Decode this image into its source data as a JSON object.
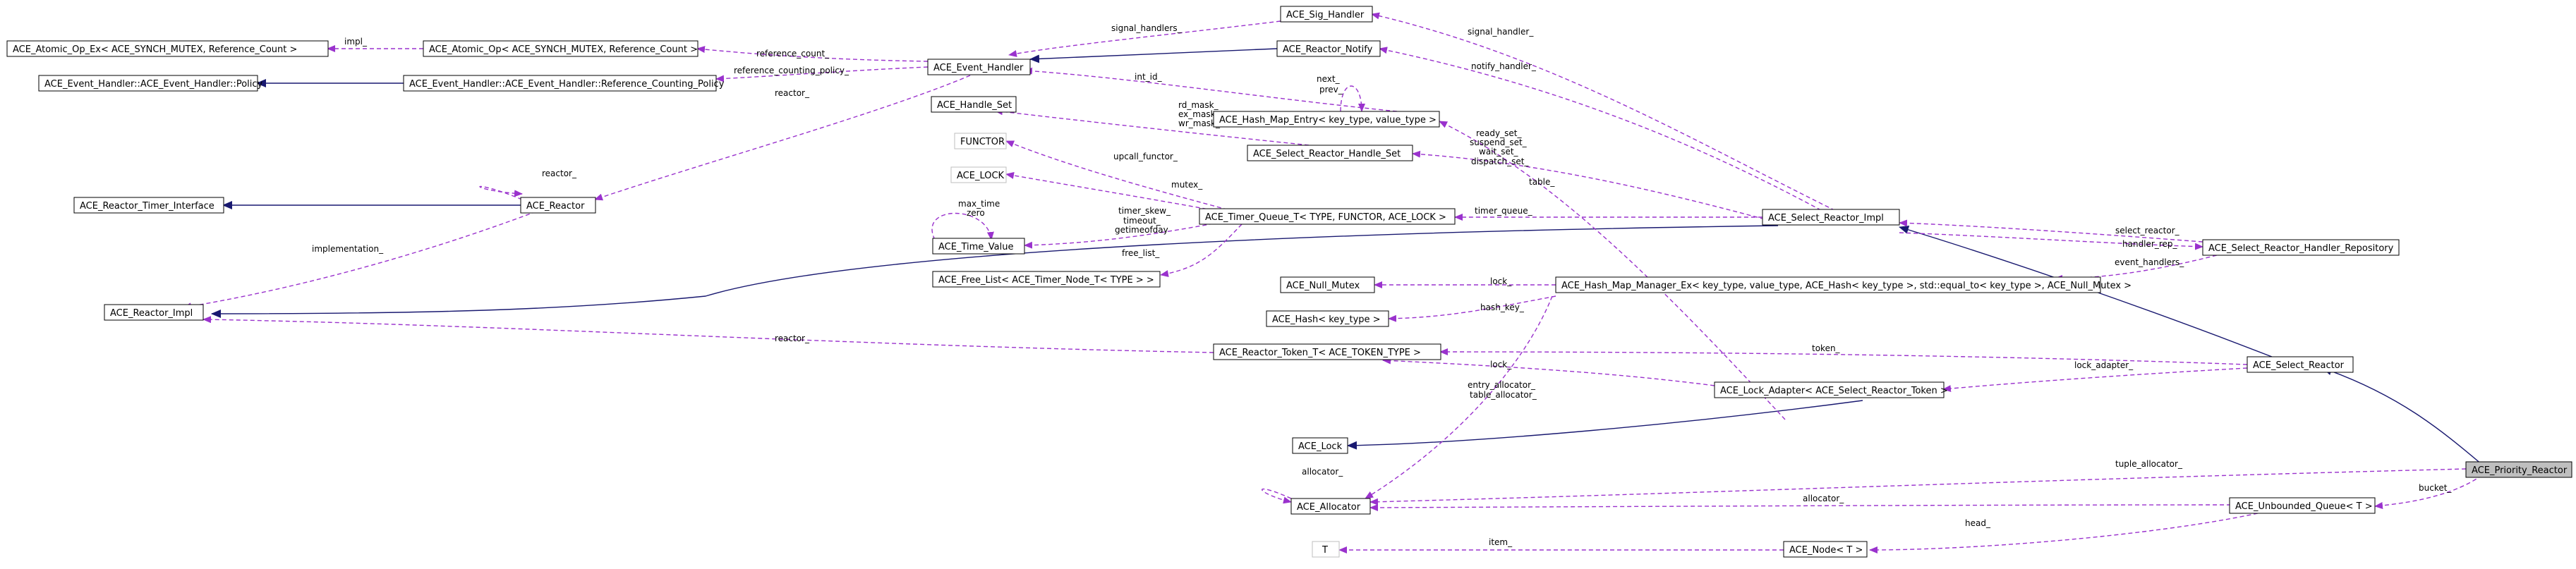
{
  "diagram": {
    "nodes": [
      {
        "id": "atomic_ex",
        "label": "ACE_Atomic_Op_Ex< ACE_SYNCH_MUTEX, Reference_Count >"
      },
      {
        "id": "atomic",
        "label": "ACE_Atomic_Op< ACE_SYNCH_MUTEX, Reference_Count >"
      },
      {
        "id": "eh_policy",
        "label": "ACE_Event_Handler::ACE_Event_Handler::Policy"
      },
      {
        "id": "eh_rcp",
        "label": "ACE_Event_Handler::ACE_Event_Handler::Reference_Counting_Policy"
      },
      {
        "id": "timer_if",
        "label": "ACE_Reactor_Timer_Interface"
      },
      {
        "id": "reactor_impl",
        "label": "ACE_Reactor_Impl"
      },
      {
        "id": "event_handler",
        "label": "ACE_Event_Handler"
      },
      {
        "id": "reactor",
        "label": "ACE_Reactor"
      },
      {
        "id": "handle_set",
        "label": "ACE_Handle_Set"
      },
      {
        "id": "functor",
        "label": "FUNCTOR",
        "gray": true
      },
      {
        "id": "ace_lock_t",
        "label": "ACE_LOCK",
        "gray": true
      },
      {
        "id": "time_value",
        "label": "ACE_Time_Value"
      },
      {
        "id": "free_list",
        "label": "ACE_Free_List< ACE_Timer_Node_T< TYPE > >"
      },
      {
        "id": "sig_handler",
        "label": "ACE_Sig_Handler"
      },
      {
        "id": "reactor_notify",
        "label": "ACE_Reactor_Notify"
      },
      {
        "id": "hash_entry",
        "label": "ACE_Hash_Map_Entry< key_type, value_type >"
      },
      {
        "id": "srhs",
        "label": "ACE_Select_Reactor_Handle_Set"
      },
      {
        "id": "timer_queue",
        "label": "ACE_Timer_Queue_T< TYPE, FUNCTOR, ACE_LOCK >"
      },
      {
        "id": "null_mutex",
        "label": "ACE_Null_Mutex"
      },
      {
        "id": "hash",
        "label": "ACE_Hash< key_type >"
      },
      {
        "id": "reactor_token",
        "label": "ACE_Reactor_Token_T< ACE_TOKEN_TYPE >"
      },
      {
        "id": "ace_lock",
        "label": "ACE_Lock"
      },
      {
        "id": "allocator",
        "label": "ACE_Allocator"
      },
      {
        "id": "t_param",
        "label": "T",
        "gray": true
      },
      {
        "id": "sr_impl",
        "label": "ACE_Select_Reactor_Impl"
      },
      {
        "id": "hash_map_mgr",
        "label": "ACE_Hash_Map_Manager_Ex< key_type, value_type, ACE_Hash< key_type >, std::equal_to< key_type >, ACE_Null_Mutex >"
      },
      {
        "id": "lock_adapter",
        "label": "ACE_Lock_Adapter< ACE_Select_Reactor_Token >"
      },
      {
        "id": "node_t",
        "label": "ACE_Node< T >"
      },
      {
        "id": "srhr",
        "label": "ACE_Select_Reactor_Handler_Repository"
      },
      {
        "id": "select_reactor",
        "label": "ACE_Select_Reactor"
      },
      {
        "id": "unbounded_queue",
        "label": "ACE_Unbounded_Queue< T >"
      },
      {
        "id": "priority_reactor",
        "label": "ACE_Priority_Reactor",
        "target": true
      }
    ],
    "edge_labels": [
      "impl_",
      "reference_count_",
      "reference_counting_policy_",
      "reactor_",
      "reactor_",
      "implementation_",
      "signal_handlers_",
      "signal_handler_",
      "notify_handler_",
      "int_id_",
      "next_",
      "prev_",
      "rd_mask_",
      "ex_mask_",
      "wr_mask_",
      "ready_set_",
      "suspend_set_",
      "wait_set_",
      "dispatch_set_",
      "table_",
      "upcall_functor_",
      "mutex_",
      "max_time",
      "zero",
      "timer_skew_",
      "timeout_",
      "getimeofday",
      "free_list_",
      "timer_queue_",
      "select_reactor_",
      "handler_rep_",
      "event_handlers_",
      "lock_",
      "hash_key_",
      "reactor_",
      "token_",
      "lock_",
      "lock_adapter_",
      "entry_allocator_",
      "table_allocator_",
      "allocator_",
      "tuple_allocator_",
      "allocator_",
      "bucket_",
      "head_",
      "item_"
    ]
  }
}
